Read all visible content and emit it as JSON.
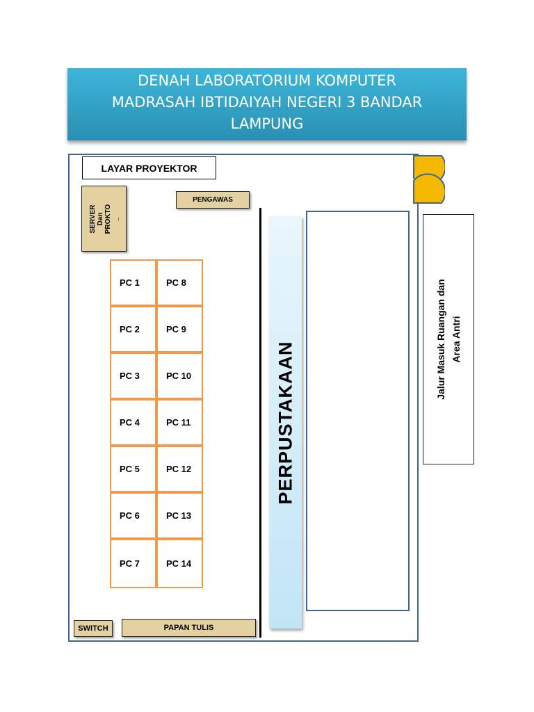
{
  "title": {
    "line1": "DENAH LABORATORIUM KOMPUTER",
    "line2": "MADRASAH IBTIDAIYAH NEGERI 3 BANDAR",
    "line3": "LAMPUNG"
  },
  "labels": {
    "screen": "LAYAR PROYEKTOR",
    "pengawas": "PENGAWAS",
    "server_line1": "SERVER",
    "server_line2": "Dan",
    "server_line3": "PROKTO",
    "server_line4": "_",
    "library": "PERPUSTAKAAN",
    "entry_line1": "Jalur Masuk Ruangan dan",
    "entry_line2": "Area Antri",
    "switch": "SWITCH",
    "papan": "PAPAN TULIS"
  },
  "pcs": {
    "left": [
      "PC 1",
      "PC 2",
      "PC 3",
      "PC 4",
      "PC 5",
      "PC 6",
      "PC 7"
    ],
    "right": [
      "PC 8",
      "PC 9",
      "PC 10",
      "PC 11",
      "PC 12",
      "PC 13",
      "PC 14"
    ]
  },
  "colors": {
    "title_bg": "#2fa3c9",
    "room_border": "#3f6593",
    "pc_border": "#f2994a",
    "wood": "#e4d1a2",
    "door": "#f5b800",
    "library_bg": "#d4eefa"
  }
}
